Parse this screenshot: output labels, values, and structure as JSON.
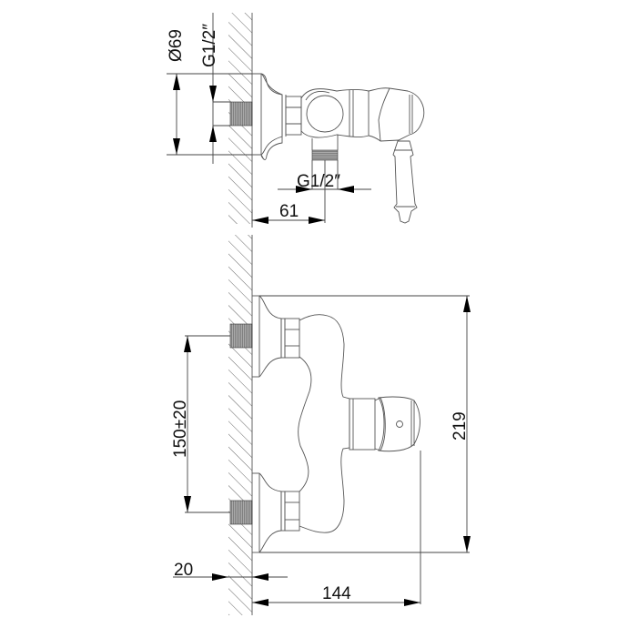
{
  "drawing": {
    "title": "Wall-mounted shower mixer with hand shower outlet - dimensional drawing",
    "side_view": {
      "dimensions": {
        "flange_diameter": "Ø69",
        "inlet_thread": "G1/2″",
        "outlet_thread": "G1/2″",
        "outlet_offset": "61"
      }
    },
    "front_view": {
      "dimensions": {
        "inlet_spacing": "150±20",
        "total_height": "219",
        "thread_depth": "20",
        "projection": "144"
      }
    },
    "colors": {
      "line": "#555555",
      "text": "#111111",
      "background": "#ffffff"
    }
  }
}
